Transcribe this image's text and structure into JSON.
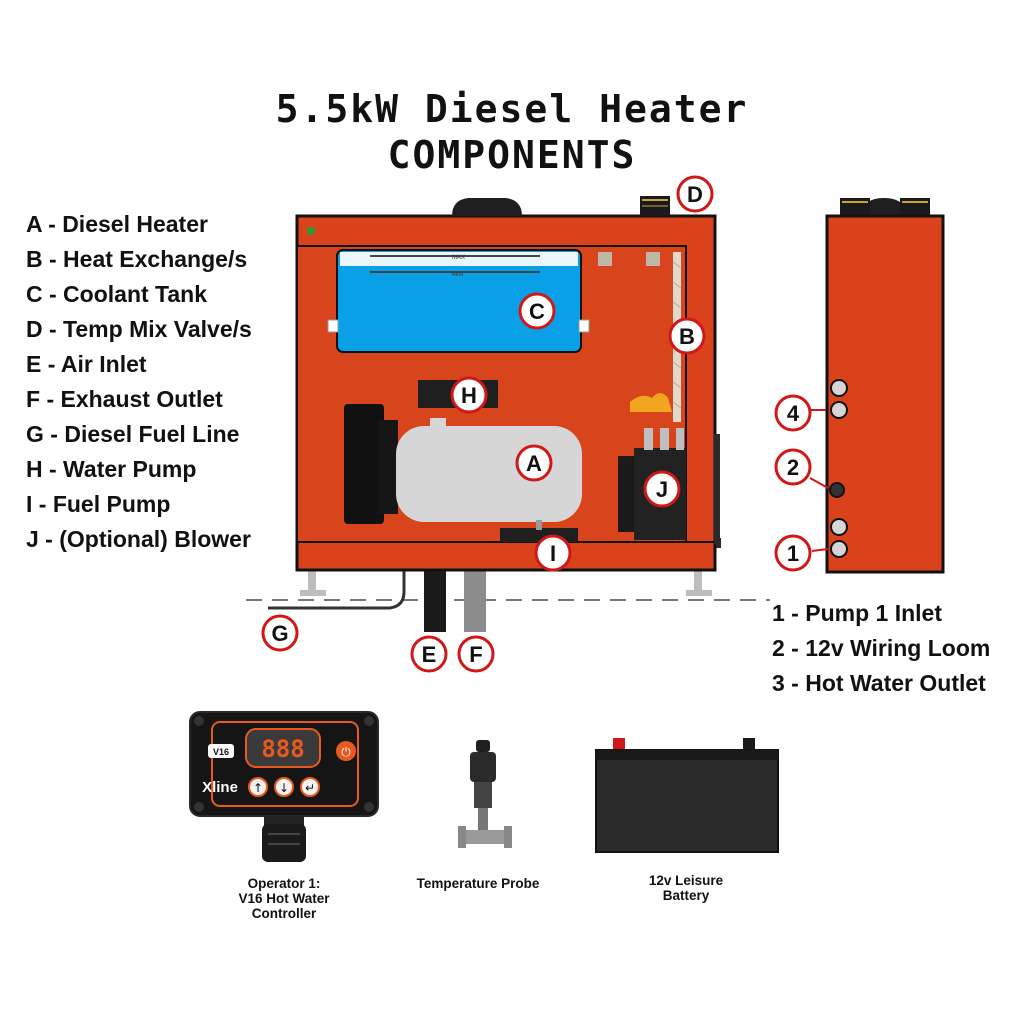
{
  "title": {
    "line1": "5.5kW Diesel Heater",
    "line2": "COMPONENTS"
  },
  "legend_letters": [
    "A - Diesel Heater",
    "B - Heat Exchange/s",
    "C - Coolant Tank",
    "D - Temp Mix Valve/s",
    "E - Air Inlet",
    "F - Exhaust Outlet",
    "G - Diesel Fuel Line",
    "H - Water Pump",
    "I - Fuel Pump",
    "J - (Optional) Blower"
  ],
  "legend_numbers": [
    "1 - Pump 1 Inlet",
    "2 - 12v Wiring Loom",
    "3 - Hot Water Outlet"
  ],
  "markers": {
    "a": "A",
    "b": "B",
    "c": "C",
    "d": "D",
    "e": "E",
    "f": "F",
    "g": "G",
    "h": "H",
    "i": "I",
    "j": "J",
    "n1": "1",
    "n2": "2",
    "n4": "4"
  },
  "tank": {
    "max_label": "MAX",
    "min_label": "MIN"
  },
  "controller": {
    "display": "888",
    "badge": "V16",
    "brand": "Xline"
  },
  "captions": {
    "controller": [
      "Operator 1:",
      "V16 Hot Water",
      "Controller"
    ],
    "probe": [
      "Temperature Probe"
    ],
    "battery": [
      "12v Leisure",
      "Battery"
    ]
  },
  "colors": {
    "enclosure": "#d9421a",
    "tank_water": "#0aa0e8",
    "heater_body": "#d6d6d6",
    "marker_ring": "#d01818",
    "pipe_dark": "#1a1a1a",
    "pipe_grey": "#7a7a7a"
  }
}
